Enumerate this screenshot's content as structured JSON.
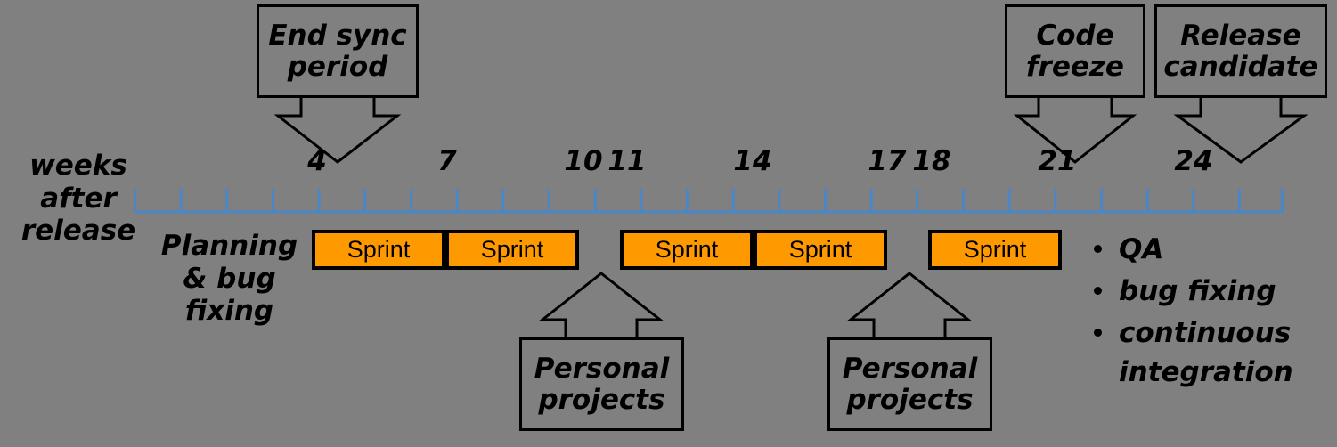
{
  "theme": {
    "background": "#808080",
    "axis_color": "#4A86C8",
    "sprint_fill": "#FF9900",
    "outline": "#000000"
  },
  "axis": {
    "label": "weeks\nafter\nrelease",
    "tick_labels": [
      {
        "text": "4",
        "week": 4
      },
      {
        "text": "7",
        "week": 7
      },
      {
        "text": "10",
        "week": 10
      },
      {
        "text": "11",
        "week": 11
      },
      {
        "text": "14",
        "week": 14
      },
      {
        "text": "17",
        "week": 17
      },
      {
        "text": "18",
        "week": 18
      },
      {
        "text": "21",
        "week": 21
      },
      {
        "text": "24",
        "week": 24
      }
    ],
    "tick_count": 25,
    "week_start": 1,
    "week_end": 25
  },
  "callouts_top": [
    {
      "id": "end-sync-period",
      "text": "End sync\nperiod",
      "points_to_week": 4
    },
    {
      "id": "code-freeze",
      "text": "Code\nfreeze",
      "points_to_week": 21
    },
    {
      "id": "release-candidate",
      "text": "Release\ncandidate",
      "points_to_week": 24
    }
  ],
  "callouts_bottom": [
    {
      "id": "personal-projects-1",
      "text": "Personal\nprojects"
    },
    {
      "id": "personal-projects-2",
      "text": "Personal\nprojects"
    }
  ],
  "planning_label": "Planning\n& bug fixing",
  "sprints": [
    {
      "label": "Sprint"
    },
    {
      "label": "Sprint"
    },
    {
      "label": "Sprint"
    },
    {
      "label": "Sprint"
    },
    {
      "label": "Sprint"
    }
  ],
  "bullets": [
    {
      "text": "QA"
    },
    {
      "text": "bug fixing"
    },
    {
      "text": "continuous integration"
    }
  ]
}
